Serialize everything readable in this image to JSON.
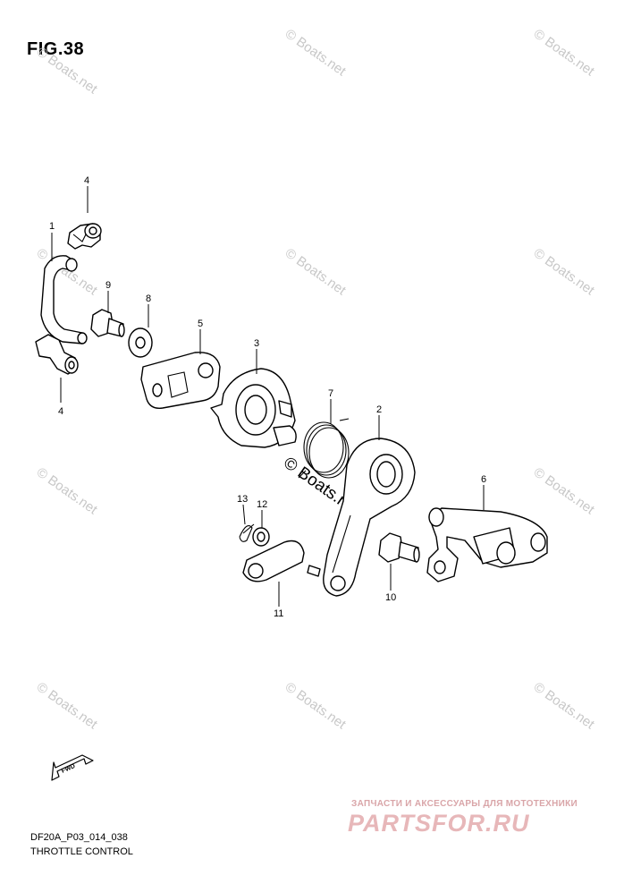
{
  "figure": {
    "title": "FIG.38"
  },
  "parts": [
    {
      "ref": "1"
    },
    {
      "ref": "2"
    },
    {
      "ref": "3"
    },
    {
      "ref": "4"
    },
    {
      "ref": "4"
    },
    {
      "ref": "5"
    },
    {
      "ref": "6"
    },
    {
      "ref": "7"
    },
    {
      "ref": "8"
    },
    {
      "ref": "9"
    },
    {
      "ref": "10"
    },
    {
      "ref": "11"
    },
    {
      "ref": "12"
    },
    {
      "ref": "13"
    }
  ],
  "watermark": {
    "small": "© Boats.net",
    "center": "© Boats.net"
  },
  "fwd_label": "FWD",
  "footer": {
    "diagram_code": "DF20A_P03_014_038",
    "caption": "THROTTLE CONTROL"
  },
  "ad": {
    "tagline": "ЗАПЧАСТИ И АКСЕССУАРЫ ДЛЯ МОТОТЕХНИКИ",
    "logo": "PARTSFOR.RU"
  },
  "colors": {
    "watermark": "#c8c8c8",
    "ad_text": "#e7b7b9"
  }
}
